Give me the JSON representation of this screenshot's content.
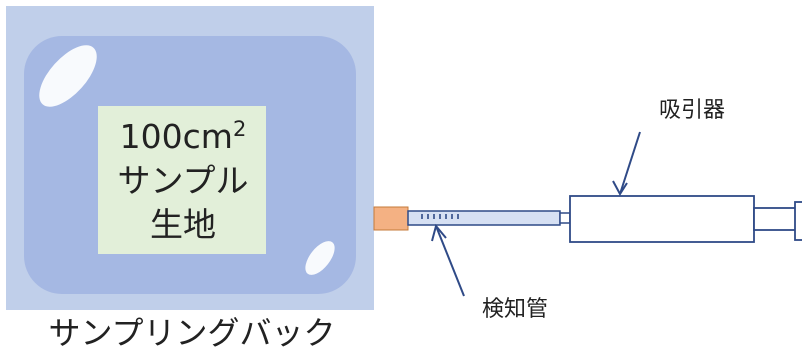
{
  "sample_box": {
    "line1_base": "100cm",
    "line1_sup": "2",
    "line2": "サンプル",
    "line3": "生地"
  },
  "labels": {
    "sampling_bag": "サンプリングバック",
    "aspirator": "吸引器",
    "detector_tube": "検知管"
  },
  "colors": {
    "bag_outer": "#c0cfea",
    "bag_inner": "#a5b8e3",
    "sample_fill": "#e2efd9",
    "tube_fill": "#d6e0f3",
    "tube_end": "#f4b183",
    "line": "#2f4a87"
  }
}
